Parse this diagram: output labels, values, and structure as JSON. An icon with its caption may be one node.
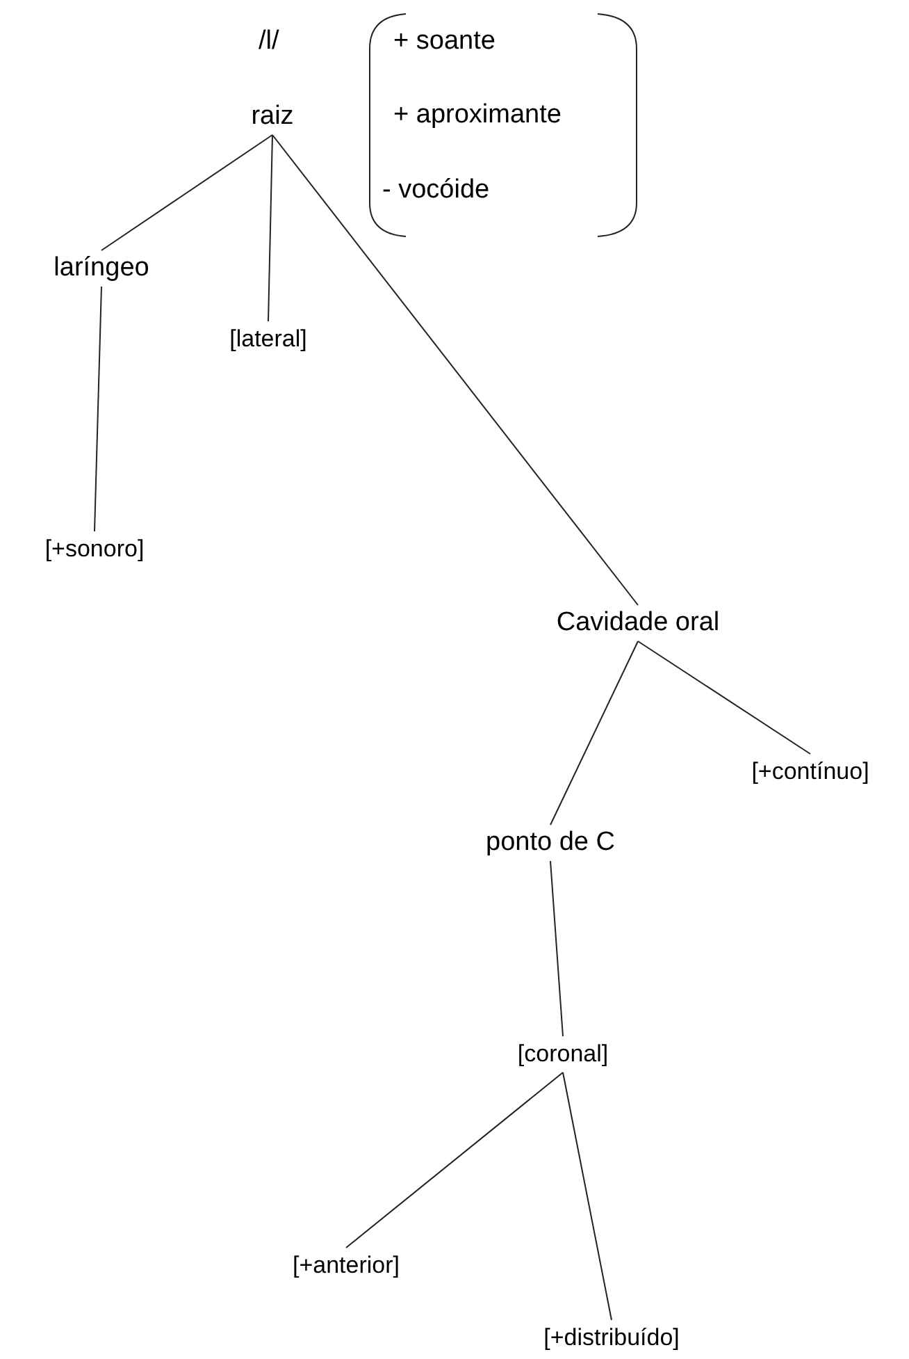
{
  "diagram": {
    "nodes": [
      {
        "text": [
          "raiz"
        ]
      },
      {
        "text": [
          "laríngeo"
        ]
      },
      {
        "text": [
          "[lateral]"
        ]
      },
      {
        "text": [
          "[+sonoro]"
        ]
      },
      {
        "text": [
          "Cavidade oral"
        ]
      },
      {
        "text": [
          "[+contínuo]"
        ]
      },
      {
        "text": [
          "ponto de C"
        ]
      },
      {
        "text": [
          "[coronal]"
        ]
      },
      {
        "text": [
          "[+anterior]"
        ]
      },
      {
        "text": [
          "[+distribuído]"
        ]
      }
    ],
    "edges": [
      {
        "from": 0,
        "to": 1,
        "arrow": "none"
      },
      {
        "from": 0,
        "to": 2,
        "arrow": "none"
      },
      {
        "from": 0,
        "to": 4,
        "arrow": "none"
      },
      {
        "from": 1,
        "to": 3,
        "arrow": "none"
      },
      {
        "from": 4,
        "to": 6,
        "arrow": "none"
      },
      {
        "from": 4,
        "to": 5,
        "arrow": "none"
      },
      {
        "from": 6,
        "to": 7,
        "arrow": "none"
      },
      {
        "from": 7,
        "to": 8,
        "arrow": "none"
      },
      {
        "from": 7,
        "to": 9,
        "arrow": "none"
      }
    ],
    "labels": [
      "/l/",
      "+ soante",
      "+ aproximante",
      "- vocóide"
    ]
  }
}
